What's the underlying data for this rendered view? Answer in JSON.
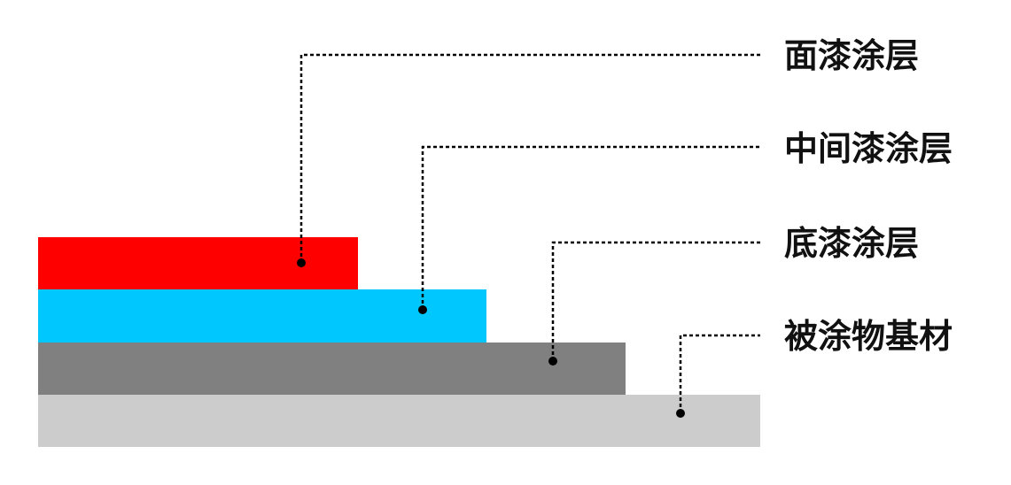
{
  "layers": [
    {
      "id": "topcoat",
      "label": "面漆涂层",
      "color": "#ff0000"
    },
    {
      "id": "intermediate",
      "label": "中间漆涂层",
      "color": "#00c8ff"
    },
    {
      "id": "primer",
      "label": "底漆涂层",
      "color": "#808080"
    },
    {
      "id": "substrate",
      "label": "被涂物基材",
      "color": "#cccccc"
    }
  ]
}
